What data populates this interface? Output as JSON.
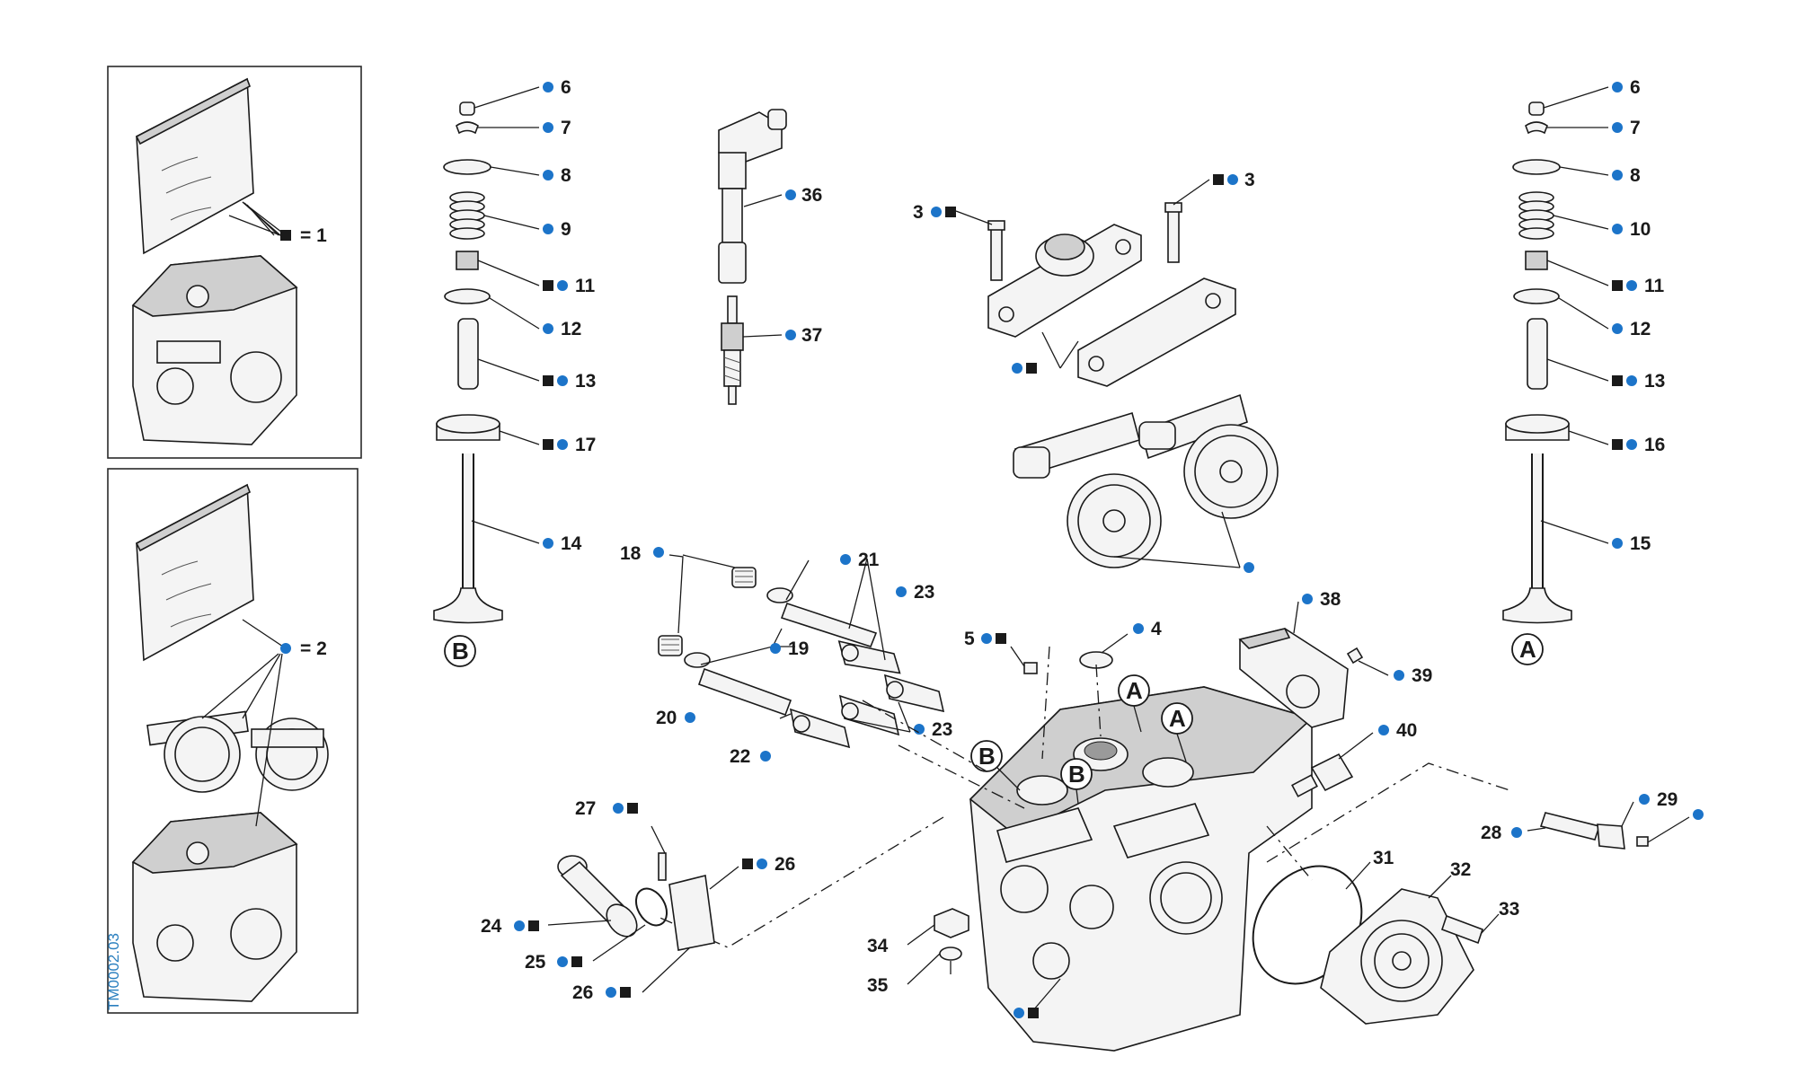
{
  "reference_code": "TM0002.03",
  "kit_labels": {
    "kit_1": "= 1",
    "kit_2": "= 2"
  },
  "callouts": {
    "c6_left": "6",
    "c7_left": "7",
    "c8_left": "8",
    "c9": "9",
    "c11_left": "11",
    "c12_left": "12",
    "c13_left": "13",
    "c17": "17",
    "c14": "14",
    "c36": "36",
    "c37": "37",
    "c3_left": "3",
    "c3_right": "3",
    "c6_right": "6",
    "c7_right": "7",
    "c8_right": "8",
    "c10": "10",
    "c11_right": "11",
    "c12_right": "12",
    "c13_right": "13",
    "c16": "16",
    "c15": "15",
    "c18": "18",
    "c21": "21",
    "c23_top": "23",
    "c19": "19",
    "c20": "20",
    "c22": "22",
    "c23_bottom": "23",
    "c5": "5",
    "c4": "4",
    "c38": "38",
    "c39": "39",
    "c40": "40",
    "c29": "29",
    "c28": "28",
    "c31": "31",
    "c32": "32",
    "c33": "33",
    "c27": "27",
    "c26_top": "26",
    "c24": "24",
    "c25": "25",
    "c26_bottom": "26",
    "c34": "34",
    "c35": "35"
  },
  "view_letters": {
    "b_bottom": "B",
    "a_bottom": "A",
    "a_head_1": "A",
    "a_head_2": "A",
    "b_head_1": "B",
    "b_head_2": "B"
  },
  "colors": {
    "dot": "#1c74c9",
    "square": "#1a1a1a",
    "reference": "#2a7fbf"
  }
}
